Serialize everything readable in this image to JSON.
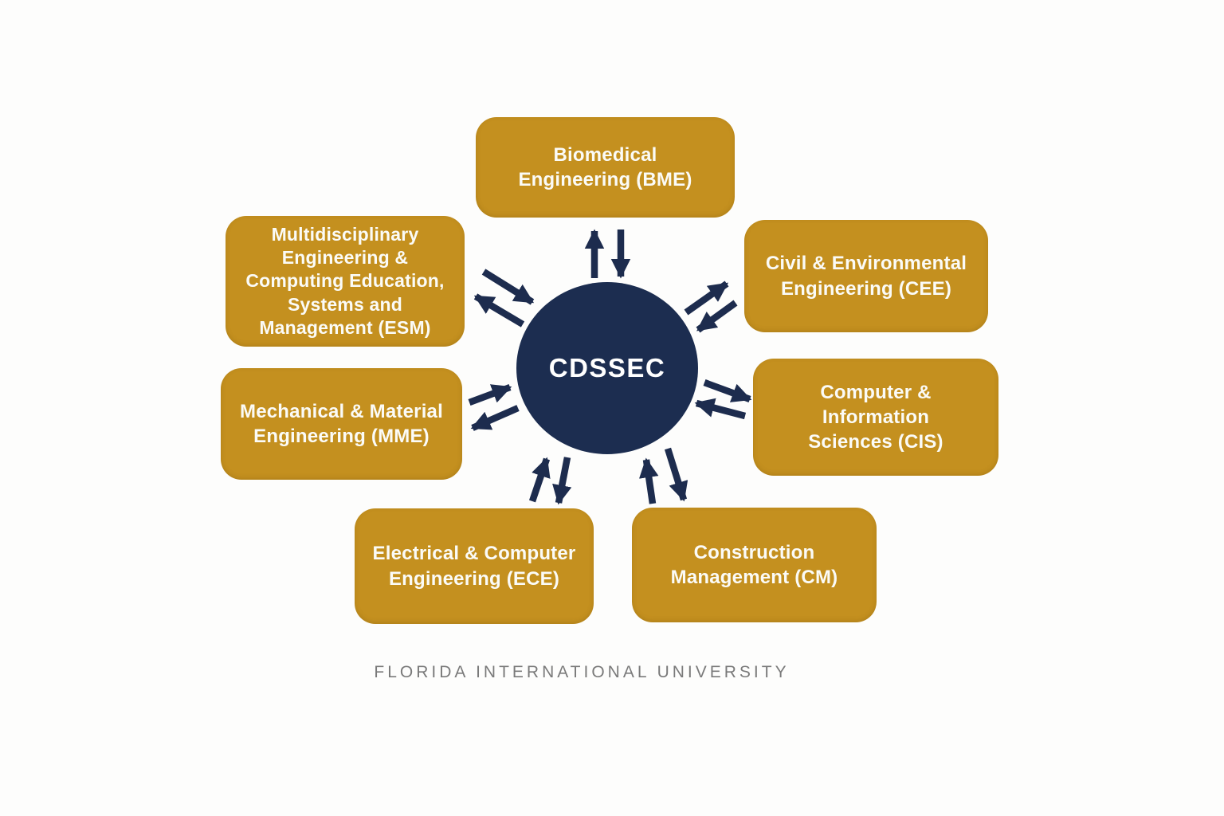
{
  "diagram": {
    "center": {
      "label": "CDSSEC"
    },
    "nodes": [
      {
        "id": "bme",
        "label": "Biomedical\nEngineering (BME)"
      },
      {
        "id": "esm",
        "label": "Multidisciplinary\nEngineering &\nComputing Education,\nSystems and\nManagement (ESM)"
      },
      {
        "id": "cee",
        "label": "Civil & Environmental\nEngineering (CEE)"
      },
      {
        "id": "mme",
        "label": "Mechanical & Material\nEngineering (MME)"
      },
      {
        "id": "cis",
        "label": "Computer &\nInformation\nSciences (CIS)"
      },
      {
        "id": "ece",
        "label": "Electrical & Computer\nEngineering (ECE)"
      },
      {
        "id": "cm",
        "label": "Construction\nManagement (CM)"
      }
    ],
    "footer": "FLORIDA INTERNATIONAL UNIVERSITY",
    "colors": {
      "node_fill": "#c4901f",
      "node_text": "#fbfbf7",
      "center_fill": "#1c2d50",
      "arrow": "#1d2c4e",
      "footer_text": "#7a7a7a"
    }
  }
}
